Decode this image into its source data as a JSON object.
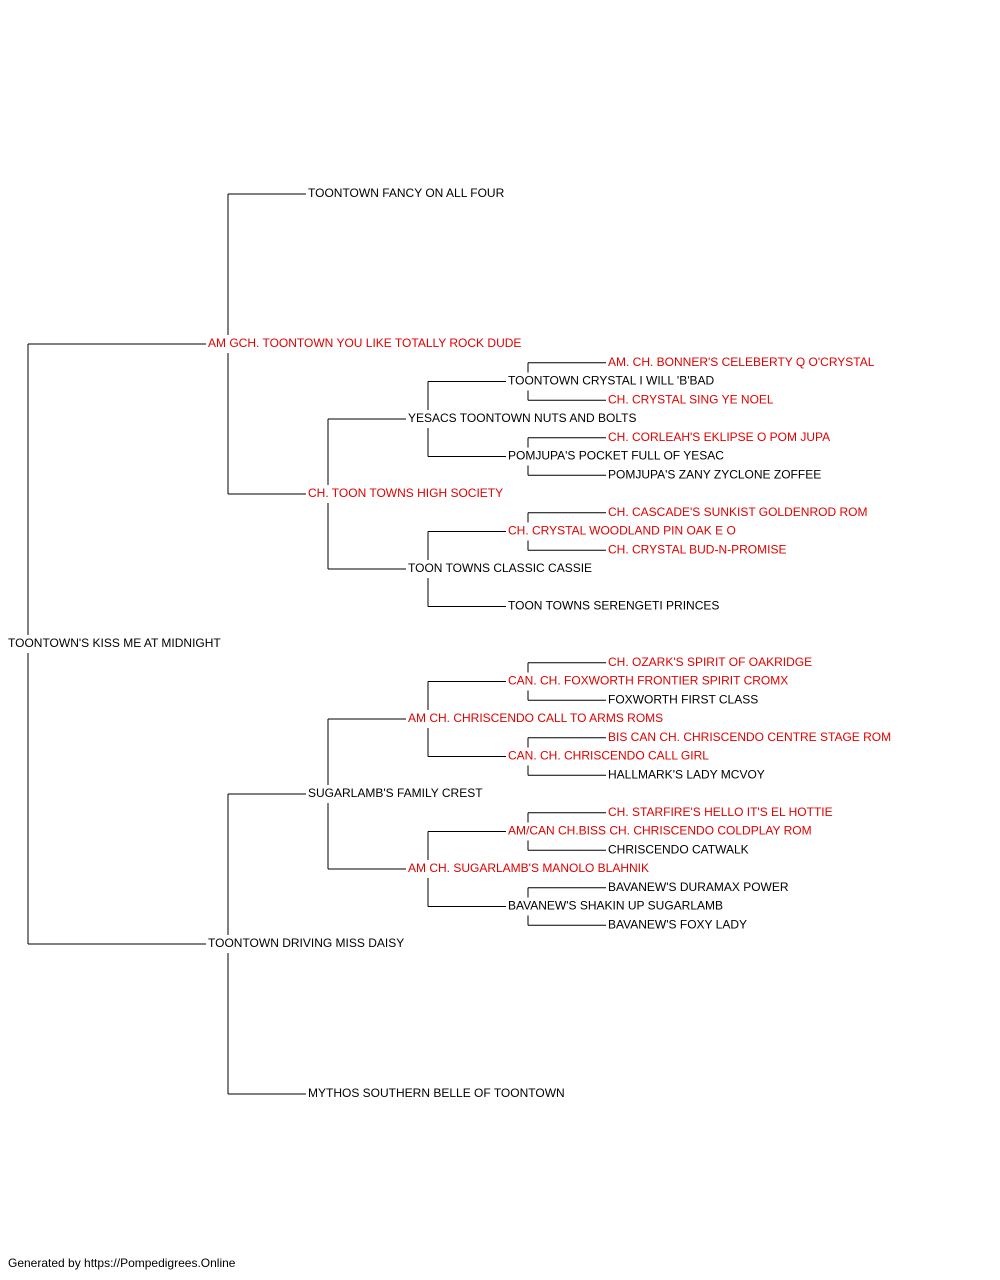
{
  "colors": {
    "titled": "#e00000",
    "plain": "#000000",
    "lines": "#000000"
  },
  "pedigree": {
    "name": "TOONTOWN'S KISS ME AT MIDNIGHT",
    "titled": false,
    "sire": {
      "name": "AM GCH. TOONTOWN YOU LIKE TOTALLY ROCK DUDE",
      "titled": true,
      "sire": {
        "name": "TOONTOWN FANCY ON ALL FOUR",
        "titled": false
      },
      "dam": {
        "name": "CH. TOON TOWNS HIGH SOCIETY",
        "titled": true,
        "sire": {
          "name": "YESACS TOONTOWN NUTS AND BOLTS",
          "titled": false,
          "sire": {
            "name": "TOONTOWN CRYSTAL I WILL 'B'BAD",
            "titled": false,
            "sire": {
              "name": "AM. CH. BONNER'S CELEBERTY Q O'CRYSTAL",
              "titled": true
            },
            "dam": {
              "name": "CH. CRYSTAL SING YE NOEL",
              "titled": true
            }
          },
          "dam": {
            "name": "POMJUPA'S POCKET FULL OF YESAC",
            "titled": false,
            "sire": {
              "name": "CH. CORLEAH'S EKLIPSE O POM JUPA",
              "titled": true
            },
            "dam": {
              "name": "POMJUPA'S ZANY ZYCLONE ZOFFEE",
              "titled": false
            }
          }
        },
        "dam": {
          "name": "TOON TOWNS CLASSIC CASSIE",
          "titled": false,
          "sire": {
            "name": "CH. CRYSTAL WOODLAND PIN OAK E O",
            "titled": true,
            "sire": {
              "name": "CH. CASCADE'S SUNKIST GOLDENROD ROM",
              "titled": true
            },
            "dam": {
              "name": "CH. CRYSTAL BUD-N-PROMISE",
              "titled": true
            }
          },
          "dam": {
            "name": "TOON TOWNS SERENGETI PRINCES",
            "titled": false
          }
        }
      }
    },
    "dam": {
      "name": "TOONTOWN DRIVING MISS DAISY",
      "titled": false,
      "sire": {
        "name": "SUGARLAMB'S FAMILY CREST",
        "titled": false,
        "sire": {
          "name": "AM CH. CHRISCENDO CALL TO ARMS ROMS",
          "titled": true,
          "sire": {
            "name": "CAN. CH. FOXWORTH FRONTIER SPIRIT CROMX",
            "titled": true,
            "sire": {
              "name": "CH. OZARK'S SPIRIT OF OAKRIDGE",
              "titled": true
            },
            "dam": {
              "name": "FOXWORTH FIRST CLASS",
              "titled": false
            }
          },
          "dam": {
            "name": "CAN. CH. CHRISCENDO CALL GIRL",
            "titled": true,
            "sire": {
              "name": "BIS CAN CH. CHRISCENDO CENTRE STAGE ROM",
              "titled": true
            },
            "dam": {
              "name": "HALLMARK'S LADY MCVOY",
              "titled": false
            }
          }
        },
        "dam": {
          "name": "AM CH. SUGARLAMB'S MANOLO BLAHNIK",
          "titled": true,
          "sire": {
            "name": "AM/CAN CH.BISS CH. CHRISCENDO COLDPLAY ROM",
            "titled": true,
            "sire": {
              "name": "CH. STARFIRE'S HELLO IT'S EL HOTTIE",
              "titled": true
            },
            "dam": {
              "name": "CHRISCENDO CATWALK",
              "titled": false
            }
          },
          "dam": {
            "name": "BAVANEW'S SHAKIN UP SUGARLAMB",
            "titled": false,
            "sire": {
              "name": "BAVANEW'S DURAMAX POWER",
              "titled": false
            },
            "dam": {
              "name": "BAVANEW'S FOXY LADY",
              "titled": false
            }
          }
        }
      },
      "dam": {
        "name": "MYTHOS SOUTHERN BELLE OF TOONTOWN",
        "titled": false
      }
    }
  },
  "footer": {
    "text": "Generated by https://Pompedigrees.Online"
  }
}
